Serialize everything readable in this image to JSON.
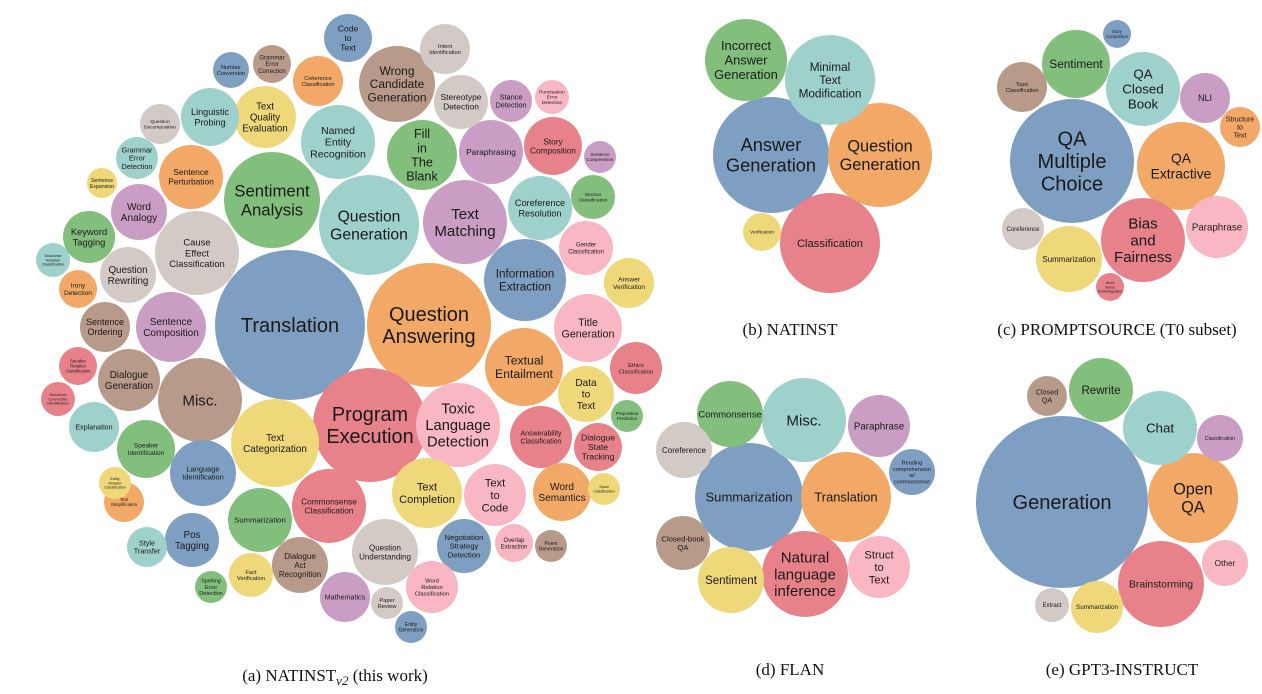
{
  "colors": {
    "blue": "#7f9fc2",
    "orange": "#f2a866",
    "red": "#e8828a",
    "green": "#82bf7d",
    "teal": "#9ed0cc",
    "yellow": "#efd87a",
    "purple": "#c99dc4",
    "pink": "#f9b7c3",
    "brown": "#b89a8a",
    "gray": "#d3cac5"
  },
  "captions": {
    "a": "(a) NATINST",
    "a_sub": "v2",
    "a_rest": " (this work)",
    "b": "(b) NATINST",
    "c": "(c) PROMPTSOURCE (T0 subset)",
    "d": "(d) FLAN",
    "e": "(e) GPT3-INSTRUCT"
  },
  "panels": {
    "a": {
      "bubbles": [
        {
          "lines": [
            "Translation"
          ],
          "color": "blue"
        },
        {
          "lines": [
            "Question",
            "Answering"
          ],
          "color": "orange"
        },
        {
          "lines": [
            "Program",
            "Execution"
          ],
          "color": "red"
        },
        {
          "lines": [
            "Question",
            "Generation"
          ],
          "color": "teal"
        },
        {
          "lines": [
            "Sentiment",
            "Analysis"
          ],
          "color": "green"
        },
        {
          "lines": [
            "Text",
            "Categorization"
          ],
          "color": "yellow"
        },
        {
          "lines": [
            "Misc."
          ],
          "color": "brown"
        },
        {
          "lines": [
            "Cause",
            "Effect",
            "Classification"
          ],
          "color": "gray"
        },
        {
          "lines": [
            "Toxic",
            "Language",
            "Detection"
          ],
          "color": "pink"
        },
        {
          "lines": [
            "Text",
            "Matching"
          ],
          "color": "purple"
        },
        {
          "lines": [
            "Information",
            "Extraction"
          ],
          "color": "blue"
        },
        {
          "lines": [
            "Textual",
            "Entailment"
          ],
          "color": "orange"
        },
        {
          "lines": [
            "Commonsense",
            "Classification"
          ],
          "color": "red"
        },
        {
          "lines": [
            "Named",
            "Entity",
            "Recognition"
          ],
          "color": "teal"
        },
        {
          "lines": [
            "Wrong",
            "Candidate",
            "Generation"
          ],
          "color": "brown"
        },
        {
          "lines": [
            "Sentence",
            "Composition"
          ],
          "color": "purple"
        },
        {
          "lines": [
            "Text",
            "Completion"
          ],
          "color": "yellow"
        },
        {
          "lines": [
            "Fill",
            "in",
            "The",
            "Blank"
          ],
          "color": "green"
        },
        {
          "lines": [
            "Title",
            "Generation"
          ],
          "color": "pink"
        },
        {
          "lines": [
            "Coreference",
            "Resolution"
          ],
          "color": "teal"
        },
        {
          "lines": [
            "Paraphrasing"
          ],
          "color": "purple"
        },
        {
          "lines": [
            "Language",
            "Identification"
          ],
          "color": "blue"
        },
        {
          "lines": [
            "Question",
            "Understanding"
          ],
          "color": "gray"
        },
        {
          "lines": [
            "Summarization"
          ],
          "color": "green"
        },
        {
          "lines": [
            "Dialogue",
            "Generation"
          ],
          "color": "brown"
        },
        {
          "lines": [
            "Answerability",
            "Classification"
          ],
          "color": "red"
        },
        {
          "lines": [
            "Sentence",
            "Perturbation"
          ],
          "color": "orange"
        },
        {
          "lines": [
            "Text",
            "Quality",
            "Evaluation"
          ],
          "color": "yellow"
        },
        {
          "lines": [
            "Linguistic",
            "Probing"
          ],
          "color": "teal"
        },
        {
          "lines": [
            "Text",
            "to",
            "Code"
          ],
          "color": "pink"
        },
        {
          "lines": [
            "Word",
            "Semantics"
          ],
          "color": "orange"
        },
        {
          "lines": [
            "Negotiation",
            "Strategy",
            "Detection"
          ],
          "color": "blue"
        },
        {
          "lines": [
            "Dialogue",
            "Act",
            "Recognition"
          ],
          "color": "brown"
        },
        {
          "lines": [
            "Story",
            "Composition"
          ],
          "color": "red"
        },
        {
          "lines": [
            "Pos",
            "Tagging"
          ],
          "color": "blue"
        },
        {
          "lines": [
            "Speaker",
            "Identification"
          ],
          "color": "green"
        },
        {
          "lines": [
            "Stereotype",
            "Detection"
          ],
          "color": "gray"
        },
        {
          "lines": [
            "Question",
            "Rewriting"
          ],
          "color": "gray"
        },
        {
          "lines": [
            "Mathematics"
          ],
          "color": "purple"
        },
        {
          "lines": [
            "Explanation"
          ],
          "color": "teal"
        },
        {
          "lines": [
            "Word",
            "Analogy"
          ],
          "color": "purple"
        },
        {
          "lines": [
            "Data",
            "to",
            "Text"
          ],
          "color": "yellow"
        },
        {
          "lines": [
            "Keyword",
            "Tagging"
          ],
          "color": "green"
        },
        {
          "lines": [
            "Sentence",
            "Ordering"
          ],
          "color": "brown"
        },
        {
          "lines": [
            "Coherence",
            "Classification"
          ],
          "color": "orange"
        },
        {
          "lines": [
            "Word",
            "Relation",
            "Classification"
          ],
          "color": "pink"
        },
        {
          "lines": [
            "Gender",
            "Classification"
          ],
          "color": "pink"
        },
        {
          "lines": [
            "Ethics",
            "Classification"
          ],
          "color": "red"
        },
        {
          "lines": [
            "Answer",
            "Verification"
          ],
          "color": "yellow"
        },
        {
          "lines": [
            "Intent",
            "Identification"
          ],
          "color": "gray"
        },
        {
          "lines": [
            "Dialogue",
            "State",
            "Tracking"
          ],
          "color": "red"
        },
        {
          "lines": [
            "Grammar",
            "Error",
            "Detection"
          ],
          "color": "teal"
        },
        {
          "lines": [
            "Fact",
            "Verification"
          ],
          "color": "yellow"
        },
        {
          "lines": [
            "Code",
            "to",
            "Text"
          ],
          "color": "blue"
        },
        {
          "lines": [
            "Section",
            "Classification"
          ],
          "color": "green"
        },
        {
          "lines": [
            "Stance",
            "Detection"
          ],
          "color": "purple"
        },
        {
          "lines": [
            "Grammar",
            "Error",
            "Correction"
          ],
          "color": "brown"
        },
        {
          "lines": [
            "Speaker",
            "Relation",
            "Classification"
          ],
          "color": "red"
        },
        {
          "lines": [
            "Style",
            "Transfer"
          ],
          "color": "teal"
        },
        {
          "lines": [
            "Text",
            "Simplification"
          ],
          "color": "orange"
        },
        {
          "lines": [
            "Question",
            "Decomposition"
          ],
          "color": "gray"
        },
        {
          "lines": [
            "Number",
            "Conversion"
          ],
          "color": "blue"
        },
        {
          "lines": [
            "Irony",
            "Detection"
          ],
          "color": "orange"
        },
        {
          "lines": [
            "Overlap",
            "Extraction"
          ],
          "color": "pink"
        },
        {
          "lines": [
            "Poem",
            "Generation"
          ],
          "color": "brown"
        },
        {
          "lines": [
            "Discourse",
            "Relation",
            "Classification"
          ],
          "color": "teal"
        },
        {
          "lines": [
            "Discourse",
            "Connective",
            "Identification"
          ],
          "color": "red"
        },
        {
          "lines": [
            "Spelling",
            "Error",
            "Detection"
          ],
          "color": "green"
        },
        {
          "lines": [
            "Paper",
            "Review"
          ],
          "color": "gray"
        },
        {
          "lines": [
            "Entity",
            "Generation"
          ],
          "color": "blue"
        },
        {
          "lines": [
            "Spam",
            "Classification"
          ],
          "color": "yellow"
        },
        {
          "lines": [
            "Preposition",
            "Prediction"
          ],
          "color": "green"
        },
        {
          "lines": [
            "Sentence",
            "Compression"
          ],
          "color": "purple"
        },
        {
          "lines": [
            "Punctuation",
            "Error",
            "Detection"
          ],
          "color": "pink"
        },
        {
          "lines": [
            "Entity",
            "Relation",
            "Classification"
          ],
          "color": "yellow"
        },
        {
          "lines": [
            "Sentence",
            "Expansion"
          ],
          "color": "yellow"
        }
      ]
    },
    "b": {
      "bubbles": [
        {
          "lines": [
            "Answer",
            "Generation"
          ],
          "color": "blue"
        },
        {
          "lines": [
            "Classification"
          ],
          "color": "red"
        },
        {
          "lines": [
            "Question",
            "Generation"
          ],
          "color": "orange"
        },
        {
          "lines": [
            "Minimal",
            "Text",
            "Modification"
          ],
          "color": "teal"
        },
        {
          "lines": [
            "Incorrect",
            "Answer",
            "Generation"
          ],
          "color": "green"
        },
        {
          "lines": [
            "Verification"
          ],
          "color": "yellow"
        }
      ]
    },
    "c": {
      "bubbles": [
        {
          "lines": [
            "QA",
            "Multiple",
            "Choice"
          ],
          "color": "blue"
        },
        {
          "lines": [
            "QA",
            "Extractive"
          ],
          "color": "orange"
        },
        {
          "lines": [
            "Bias",
            "and",
            "Fairness"
          ],
          "color": "red"
        },
        {
          "lines": [
            "QA",
            "Closed",
            "Book"
          ],
          "color": "teal"
        },
        {
          "lines": [
            "Sentiment"
          ],
          "color": "green"
        },
        {
          "lines": [
            "Summarization"
          ],
          "color": "yellow"
        },
        {
          "lines": [
            "Paraphrase"
          ],
          "color": "pink"
        },
        {
          "lines": [
            "Topic",
            "Classification"
          ],
          "color": "brown"
        },
        {
          "lines": [
            "NLI"
          ],
          "color": "purple"
        },
        {
          "lines": [
            "Coreference"
          ],
          "color": "gray"
        },
        {
          "lines": [
            "Structure",
            "to",
            "Text"
          ],
          "color": "orange"
        },
        {
          "lines": [
            "Story",
            "Completion"
          ],
          "color": "blue"
        },
        {
          "lines": [
            "Word",
            "Sense",
            "Disambiguation"
          ],
          "color": "red"
        }
      ]
    },
    "d": {
      "bubbles": [
        {
          "lines": [
            "Summarization"
          ],
          "color": "blue"
        },
        {
          "lines": [
            "Translation"
          ],
          "color": "orange"
        },
        {
          "lines": [
            "Natural",
            "language",
            "inference"
          ],
          "color": "red"
        },
        {
          "lines": [
            "Misc."
          ],
          "color": "teal"
        },
        {
          "lines": [
            "Commonsense"
          ],
          "color": "green"
        },
        {
          "lines": [
            "Sentiment"
          ],
          "color": "yellow"
        },
        {
          "lines": [
            "Struct",
            "to",
            "Text"
          ],
          "color": "pink"
        },
        {
          "lines": [
            "Paraphrase"
          ],
          "color": "purple"
        },
        {
          "lines": [
            "Coreference"
          ],
          "color": "gray"
        },
        {
          "lines": [
            "Closed-book",
            "QA"
          ],
          "color": "brown"
        },
        {
          "lines": [
            "Reading",
            "comprehension",
            "w/",
            "commonsense"
          ],
          "color": "blue"
        }
      ]
    },
    "e": {
      "bubbles": [
        {
          "lines": [
            "Generation"
          ],
          "color": "blue"
        },
        {
          "lines": [
            "Open",
            "QA"
          ],
          "color": "orange"
        },
        {
          "lines": [
            "Brainstorming"
          ],
          "color": "red"
        },
        {
          "lines": [
            "Chat"
          ],
          "color": "teal"
        },
        {
          "lines": [
            "Rewrite"
          ],
          "color": "green"
        },
        {
          "lines": [
            "Summarization"
          ],
          "color": "yellow"
        },
        {
          "lines": [
            "Classification"
          ],
          "color": "purple"
        },
        {
          "lines": [
            "Other"
          ],
          "color": "pink"
        },
        {
          "lines": [
            "Closed",
            "QA"
          ],
          "color": "brown"
        },
        {
          "lines": [
            "Extract"
          ],
          "color": "gray"
        }
      ]
    }
  }
}
